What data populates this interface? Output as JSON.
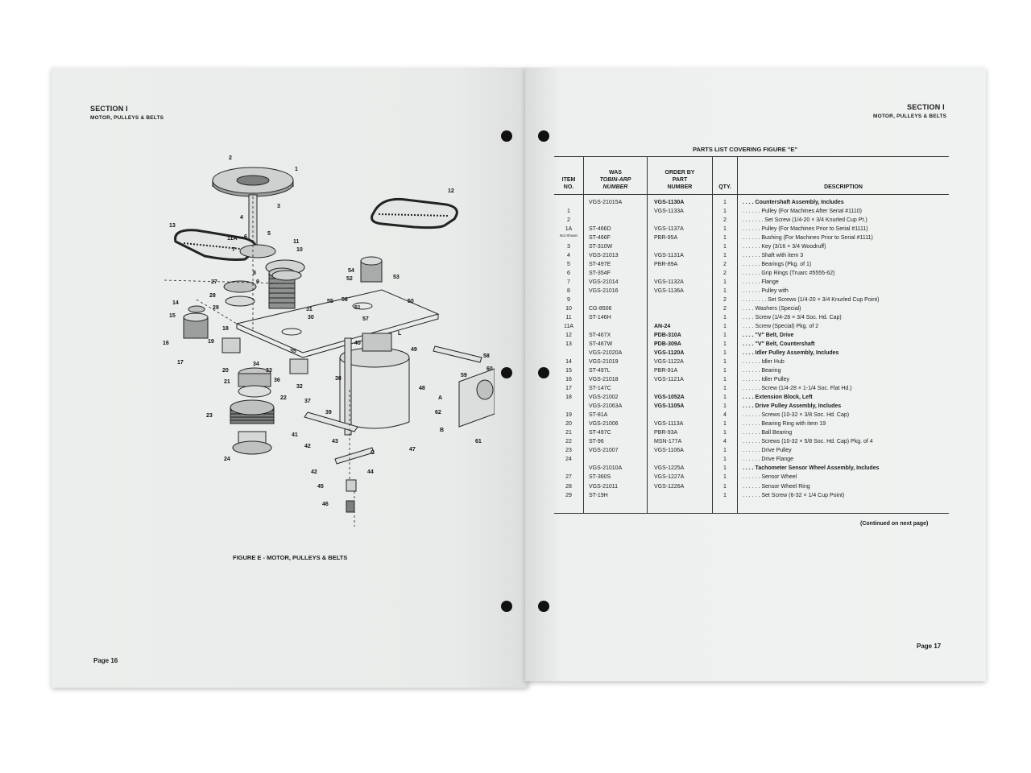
{
  "left_page": {
    "section_title": "SECTION I",
    "section_subtitle": "MOTOR, PULLEYS & BELTS",
    "figure_caption": "FIGURE E - MOTOR, PULLEYS & BELTS",
    "page_number": "Page 16",
    "callouts": [
      "1",
      "2",
      "3",
      "4",
      "5",
      "6",
      "7",
      "8",
      "9",
      "10",
      "11",
      "11A",
      "12",
      "13",
      "14",
      "15",
      "16",
      "17",
      "18",
      "19",
      "20",
      "21",
      "22",
      "23",
      "24",
      "27",
      "28",
      "29",
      "30",
      "31",
      "32",
      "33",
      "34",
      "35",
      "36",
      "37",
      "38",
      "39",
      "40",
      "41",
      "42",
      "42",
      "43",
      "44",
      "45",
      "46",
      "47",
      "48",
      "49",
      "50",
      "51",
      "52",
      "53",
      "54",
      "55",
      "56",
      "57",
      "58",
      "59",
      "60",
      "61",
      "62",
      "A",
      "B",
      "C",
      "L"
    ]
  },
  "right_page": {
    "section_title": "SECTION I",
    "section_subtitle": "MOTOR, PULLEYS & BELTS",
    "table_title": "PARTS LIST COVERING FIGURE \"E\"",
    "columns": {
      "item_no": [
        "ITEM",
        "NO."
      ],
      "was_number": [
        "WAS",
        "TOBIN-ARP",
        "NUMBER"
      ],
      "order_by": [
        "ORDER BY",
        "PART",
        "NUMBER"
      ],
      "qty": "QTY.",
      "description": "DESCRIPTION"
    },
    "rows": [
      {
        "item": "",
        "was": "VGS-21015A",
        "order": "VGS-1130A",
        "order_bold": true,
        "qty": "1",
        "desc": ". . . . Countershaft Assembly, Includes",
        "desc_bold": true
      },
      {
        "item": "1",
        "was": "",
        "order": "VGS-1133A",
        "qty": "1",
        "desc": ". . . . . . Pulley (For Machines After Serial #1110)"
      },
      {
        "item": "2",
        "was": "",
        "order": "",
        "qty": "2",
        "desc": ". . . . . . . Set Screw (1/4-20 × 3/4 Knurled Cup Pt.)"
      },
      {
        "item": "1A",
        "was": "ST-466D",
        "order": "VGS-1137A",
        "qty": "1",
        "desc": ". . . . . . Pulley (For Machines Prior to Serial #1111)"
      },
      {
        "item": "Not Shown",
        "was": "ST-466F",
        "order": "PBR-95A",
        "qty": "1",
        "desc": ". . . . . . Bushing (For Machines Prior to Serial #1111)"
      },
      {
        "item": "3",
        "was": "ST-310W",
        "order": "",
        "qty": "1",
        "desc": ". . . . . . Key (3/16 × 3/4 Woodruff)"
      },
      {
        "item": "4",
        "was": "VGS-21013",
        "order": "VGS-1131A",
        "qty": "1",
        "desc": ". . . . . . Shaft with item 3"
      },
      {
        "item": "5",
        "was": "ST-497E",
        "order": "PBR-89A",
        "qty": "2",
        "desc": ". . . . . . Bearings (Pkg. of 1)"
      },
      {
        "item": "6",
        "was": "ST-354F",
        "order": "",
        "qty": "2",
        "desc": ". . . . . . Grip Rings (Truarc #5555-62)"
      },
      {
        "item": "7",
        "was": "VGS-21014",
        "order": "VGS-1132A",
        "qty": "1",
        "desc": ". . . . . . Flange"
      },
      {
        "item": "8",
        "was": "VGS-21016",
        "order": "VGS-1136A",
        "qty": "1",
        "desc": ". . . . . . Pulley with"
      },
      {
        "item": "9",
        "was": "",
        "order": "",
        "qty": "2",
        "desc": ". . . . . . . . Set Screws (1/4-20 × 3/4 Knurled Cup Point)"
      },
      {
        "item": "10",
        "was": "CG-8506",
        "order": "",
        "qty": "2",
        "desc": ". . . . Washers (Special)"
      },
      {
        "item": "11",
        "was": "ST-146H",
        "order": "",
        "qty": "1",
        "desc": ". . . . Screw (1/4-28 × 3/4 Soc. Hd. Cap)"
      },
      {
        "item": "11A",
        "was": "",
        "order": "AN-24",
        "order_bold": true,
        "qty": "1",
        "desc": ". . . . Screw (Special) Pkg. of 2"
      },
      {
        "item": "12",
        "was": "ST-467X",
        "order": "PDB-310A",
        "order_bold": true,
        "qty": "1",
        "desc": ". . . . \"V\" Belt, Drive",
        "desc_bold": true
      },
      {
        "item": "13",
        "was": "ST-467W",
        "order": "PDB-309A",
        "order_bold": true,
        "qty": "1",
        "desc": ". . . . \"V\" Belt, Countershaft",
        "desc_bold": true
      },
      {
        "item": "",
        "was": "VGS-21020A",
        "order": "VGS-1120A",
        "order_bold": true,
        "qty": "1",
        "desc": ". . . . Idler Pulley Assembly, Includes",
        "desc_bold": true
      },
      {
        "item": "14",
        "was": "VGS-21019",
        "order": "VGS-1122A",
        "qty": "1",
        "desc": ". . . . . . Idler Hub"
      },
      {
        "item": "15",
        "was": "ST-497L",
        "order": "PBR-91A",
        "qty": "1",
        "desc": ". . . . . . Bearing"
      },
      {
        "item": "16",
        "was": "VGS-21018",
        "order": "VGS-1121A",
        "qty": "1",
        "desc": ". . . . . . Idler Pulley"
      },
      {
        "item": "17",
        "was": "ST-147C",
        "order": "",
        "qty": "1",
        "desc": ". . . . . . Screw (1/4-28 × 1-1/4 Soc. Flat Hd.)"
      },
      {
        "item": "18",
        "was": "VGS-21002",
        "order": "VGS-1052A",
        "order_bold": true,
        "qty": "1",
        "desc": ". . . . Extension Block, Left",
        "desc_bold": true
      },
      {
        "item": "",
        "was": "VGS-21063A",
        "order": "VGS-1105A",
        "order_bold": true,
        "qty": "1",
        "desc": ". . . . Drive Pulley Assembly, Includes",
        "desc_bold": true
      },
      {
        "item": "19",
        "was": "ST-81A",
        "order": "",
        "qty": "4",
        "desc": ". . . . . . Screws (10-32 × 3/8 Soc. Hd. Cap)"
      },
      {
        "item": "20",
        "was": "VGS-21006",
        "order": "VGS-1113A",
        "qty": "1",
        "desc": ". . . . . . Bearing Ring with item 19"
      },
      {
        "item": "21",
        "was": "ST-497C",
        "order": "PBR-93A",
        "qty": "1",
        "desc": ". . . . . . Ball Bearing"
      },
      {
        "item": "22",
        "was": "ST-96",
        "order": "MSN-177A",
        "qty": "4",
        "desc": ". . . . . . Screws (10-32 × 5/8 Soc. Hd. Cap) Pkg. of 4"
      },
      {
        "item": "23",
        "was": "VGS-21007",
        "order": "VGS-1106A",
        "qty": "1",
        "desc": ". . . . . . Drive Pulley"
      },
      {
        "item": "24",
        "was": "",
        "order": "",
        "qty": "1",
        "desc": ". . . . . . Drive Flange"
      },
      {
        "item": "",
        "was": "VGS-21010A",
        "order": "VGS-1225A",
        "qty": "1",
        "desc": ". . . . Tachometer Sensor Wheel Assembly, Includes",
        "desc_bold": true
      },
      {
        "item": "27",
        "was": "ST-360S",
        "order": "VGS-1227A",
        "qty": "1",
        "desc": ". . . . . . Sensor Wheel"
      },
      {
        "item": "28",
        "was": "VGS-21011",
        "order": "VGS-1226A",
        "qty": "1",
        "desc": ". . . . . . Sensor Wheel Ring"
      },
      {
        "item": "29",
        "was": "ST-19H",
        "order": "",
        "qty": "1",
        "desc": ". . . . . . Set Screw (6-32 × 1/4 Cup Point)"
      }
    ],
    "continued_note": "(Continued on next page)",
    "page_number": "Page 17"
  }
}
